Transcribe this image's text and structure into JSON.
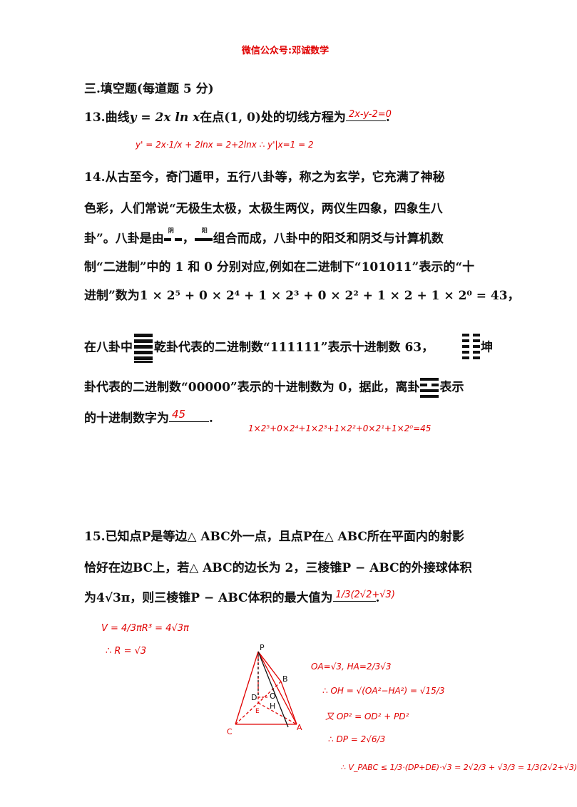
{
  "header": "微信公众号:邓诚数学",
  "section_title": "三.填空题(每道题 5 分)",
  "q13": {
    "prefix": "13.曲线",
    "formula": "y = 2x ln x",
    "mid": "在点",
    "point": "(1, 0)",
    "suffix": "处的切线方程为",
    "answer": "2x-y-2=0",
    "end": ".",
    "work": "y' = 2x·1/x + 2lnx = 2+2lnx  ∴ y'|x=1 = 2"
  },
  "q14": {
    "line1": "14.从古至今，奇门遁甲，五行八卦等，称之为玄学，它充满了神秘",
    "line2": "色彩，人们常说“无极生太极，太极生两仪，两仪生四象，四象生八",
    "line3_a": "卦”。八卦是由",
    "yin_label": "阴",
    "line3_b": "，",
    "yang_label": "阳",
    "line3_c": "组合而成，八卦中的阳爻和阴爻与计算机数",
    "line4": "制“二进制”中的 1 和 0 分别对应,例如在二进制下“101011”表示的“十",
    "line5_a": "进制”数为",
    "line5_formula": "1 × 2⁵ + 0 × 2⁴ + 1 × 2³ + 0 × 2² + 1 × 2 + 1 × 2⁰ = 43",
    "line5_end": "，",
    "line6_a": "在八卦中",
    "line6_b": "乾卦代表的二进制数“111111”表示十进制数 63，",
    "line6_c": "坤",
    "line7_a": "卦代表的二进制数“00000”表示的十进制数为 0，据此，离卦",
    "line7_b": "表示",
    "line8_a": "的十进制数字为",
    "answer": "45",
    "line8_end": ".",
    "work": "1×2⁵+0×2⁴+1×2³+1×2²+0×2¹+1×2⁰=45"
  },
  "q15": {
    "line1": "15.已知点P是等边△ ABC外一点，且点P在△ ABC所在平面内的射影",
    "line2": "恰好在边BC上，若△ ABC的边长为 2，三棱锥P − ABC的外接球体积",
    "line3_a": "为4√3π，则三棱锥P − ABC体积的最大值为",
    "answer": "1/3(2√2+√3)",
    "line3_end": ".",
    "work_left": [
      "V = 4/3πR³ = 4√3π",
      "∴ R = √3"
    ],
    "work_right": [
      "OA=√3, HA=2/3√3",
      "∴ OH = √(OA²−HA²) = √15/3",
      "又 OP² = OD² + PD²",
      "∴ DP = 2√6/3",
      "∴ V_PABC ≤ 1/3·(DP+DE)·√3 = 2√2/3 + √3/3 = 1/3(2√2+√3)"
    ],
    "fig_labels": {
      "P": "P",
      "B": "B",
      "C": "C",
      "A": "A",
      "D": "D",
      "O": "O",
      "H": "H",
      "E": "E"
    }
  }
}
